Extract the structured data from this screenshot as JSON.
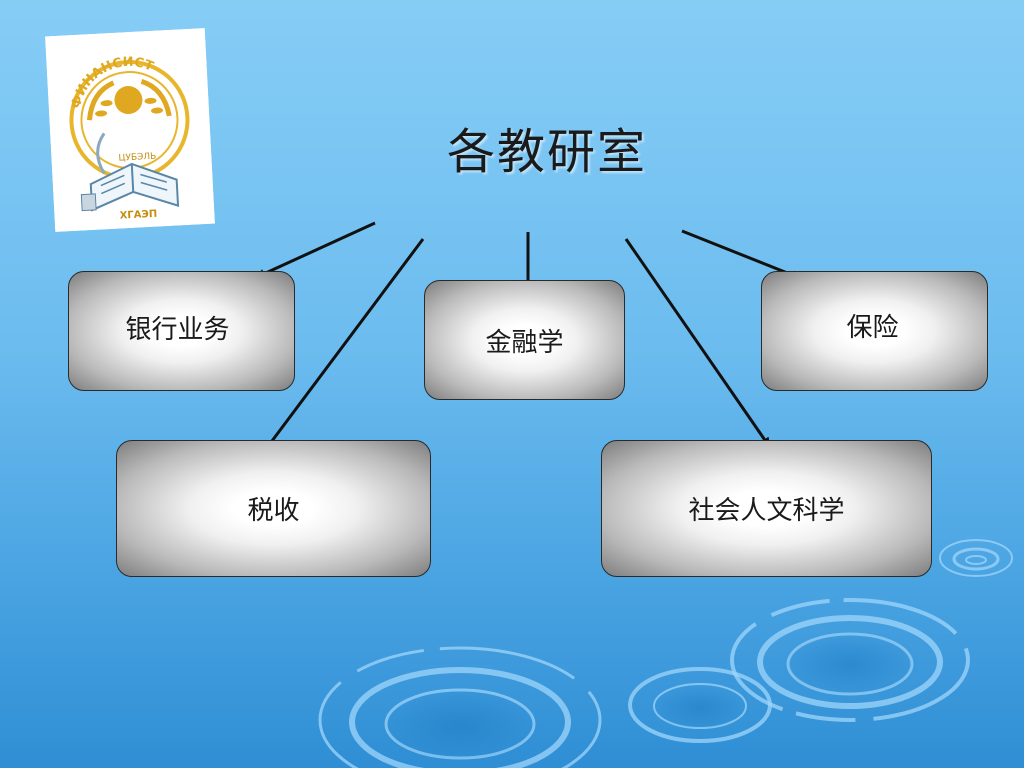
{
  "slide": {
    "title": "各教研室"
  },
  "logo": {
    "arc_text": "ФИНАНСИСТ",
    "middle_text": "ЦУБЭЛЬ",
    "bottom_text": "ХГАЭП"
  },
  "nodes": {
    "banking": "银行业务",
    "finance": "金融学",
    "insurance": "保险",
    "taxation": "税收",
    "social_humanities": "社会人文科学"
  },
  "colors": {
    "background_top": "#86cdf6",
    "background_bottom": "#2f8ed4",
    "box_border": "#2a2a2a",
    "arrow": "#111111",
    "logo_gold": "#e8b62c"
  }
}
